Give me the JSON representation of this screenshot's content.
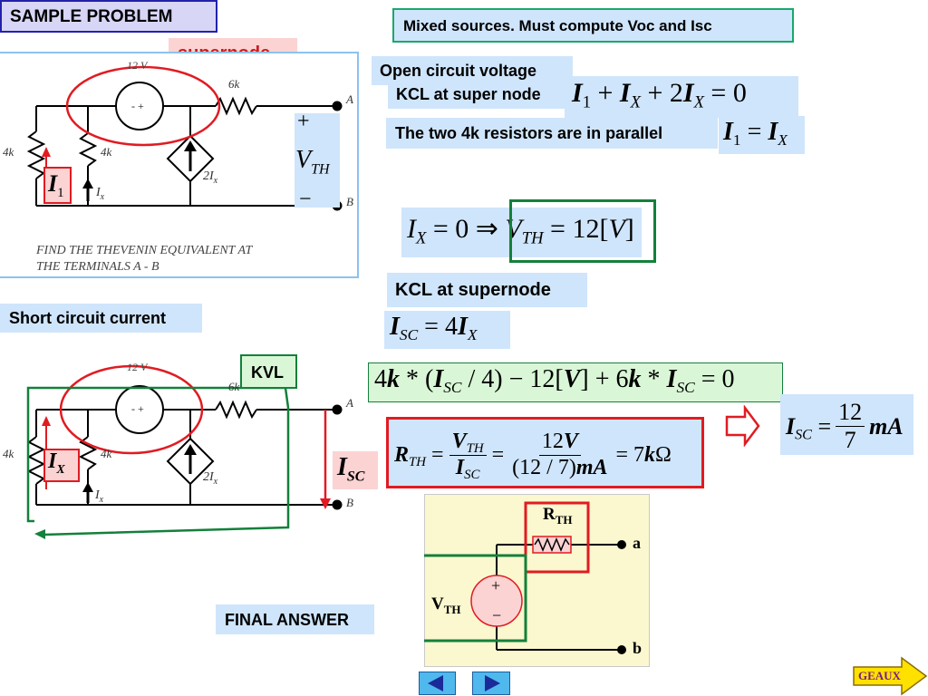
{
  "header": {
    "title": "SAMPLE  PROBLEM",
    "subtitle": "Mixed sources. Must compute Voc and Isc"
  },
  "labels": {
    "supernode": "supernode",
    "open_circuit_voltage": "Open circuit voltage",
    "kcl_super_node": "KCL at super node",
    "parallel_note": "The two 4k resistors are in parallel",
    "kcl_supernode": "KCL at supernode",
    "short_circuit_current": "Short circuit current",
    "kvl": "KVL",
    "final_answer": "FINAL ANSWER"
  },
  "circuit_top": {
    "source_label": "12 V",
    "source_polarity": "- +",
    "resistor_6k": "6k",
    "resistor_4k_left": "4k",
    "resistor_4k_mid": "4k",
    "dep_source_label": "2I",
    "dep_source_sub": "x",
    "ix_label": "I",
    "ix_sub": "x",
    "i1_label": "I",
    "i1_sub": "1",
    "terminal_a": "A",
    "terminal_b": "B",
    "vth_plus": "+",
    "vth_label": "V",
    "vth_sub": "TH",
    "vth_minus": "−",
    "caption_line1": "FIND THE  THEVENIN  EQUIVALENT AT",
    "caption_line2": "THE TERMINALS A - B"
  },
  "circuit_bottom": {
    "source_label": "12 V",
    "source_polarity": "- +",
    "resistor_6k": "6k",
    "resistor_4k_left": "4k",
    "resistor_4k_mid": "4k",
    "dep_source_label": "2I",
    "dep_source_sub": "x",
    "ix_label": "I",
    "ix_sub": "x",
    "ix_box_label": "I",
    "ix_box_sub": "X",
    "terminal_a": "A",
    "terminal_b": "B",
    "isc_label": "I",
    "isc_sub": "SC"
  },
  "thevenin": {
    "rth_label": "R",
    "rth_sub": "TH",
    "vth_label": "V",
    "vth_sub": "TH",
    "plus": "+",
    "minus": "−",
    "terminal_a": "a",
    "terminal_b": "b"
  },
  "nav": {
    "geaux_label": "GEAUX",
    "prev_label": "previous slide",
    "next_label": "next slide"
  },
  "colors": {
    "panel_blue": "#cfe5fb",
    "pink": "#fbd3d3",
    "green": "#13803b",
    "red": "#e11b22",
    "title_purple": "#d8d6f6",
    "yellow_panel": "#fbf7cf"
  }
}
